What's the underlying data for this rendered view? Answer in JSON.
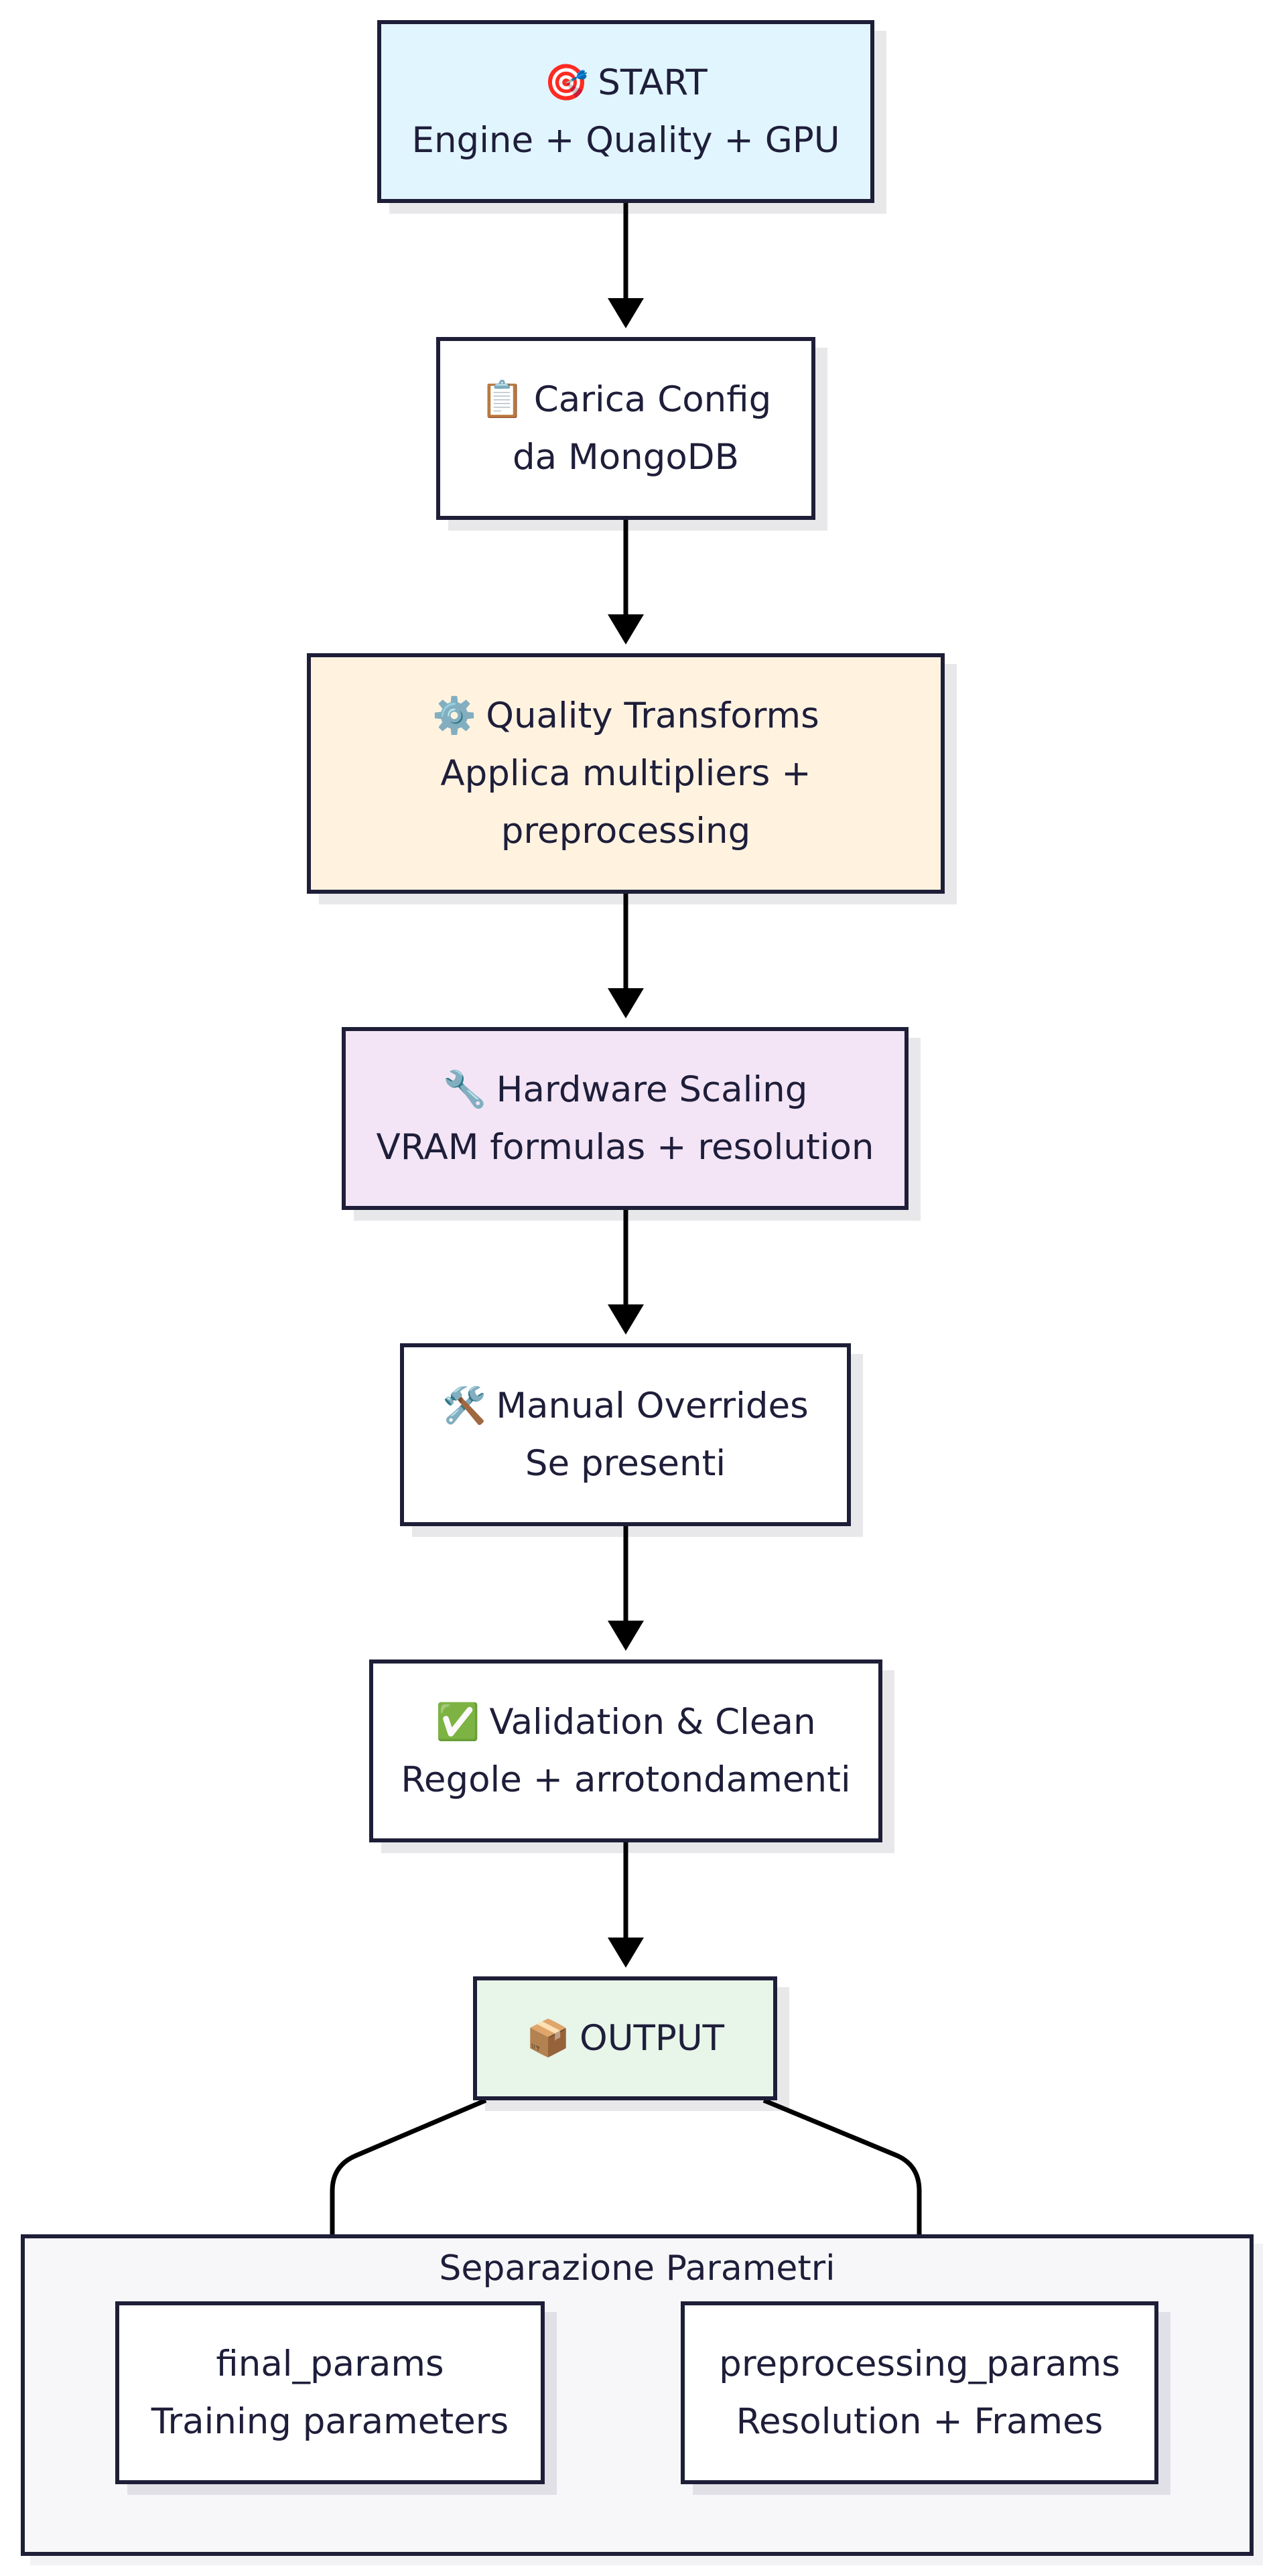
{
  "nodes": {
    "start": {
      "emoji": "🎯",
      "title": "START",
      "subtitle": "Engine + Quality + GPU"
    },
    "carica": {
      "emoji": "📋",
      "title": "Carica Config",
      "subtitle": "da MongoDB"
    },
    "quality": {
      "emoji": "⚙️",
      "title": "Quality Transforms",
      "line2": "Applica multipliers +",
      "line3": "preprocessing"
    },
    "hardware": {
      "emoji": "🔧",
      "title": "Hardware Scaling",
      "subtitle": "VRAM formulas + resolution"
    },
    "manual": {
      "emoji": "🛠️",
      "title": "Manual Overrides",
      "subtitle": "Se presenti"
    },
    "validation": {
      "emoji": "✅",
      "title": "Validation & Clean",
      "subtitle": "Regole + arrotondamenti"
    },
    "output": {
      "emoji": "📦",
      "title": "OUTPUT"
    }
  },
  "group": {
    "label": "Separazione Parametri",
    "final": {
      "title": "final_params",
      "subtitle": "Training parameters"
    },
    "preprocessing": {
      "title": "preprocessing_params",
      "subtitle": "Resolution + Frames"
    }
  },
  "colors": {
    "start": "#e1f5fe",
    "quality": "#fff3e0",
    "hardware": "#f3e5f5",
    "output": "#e8f5e9",
    "group": "#f7f7fa",
    "stroke": "#1e1e38"
  }
}
